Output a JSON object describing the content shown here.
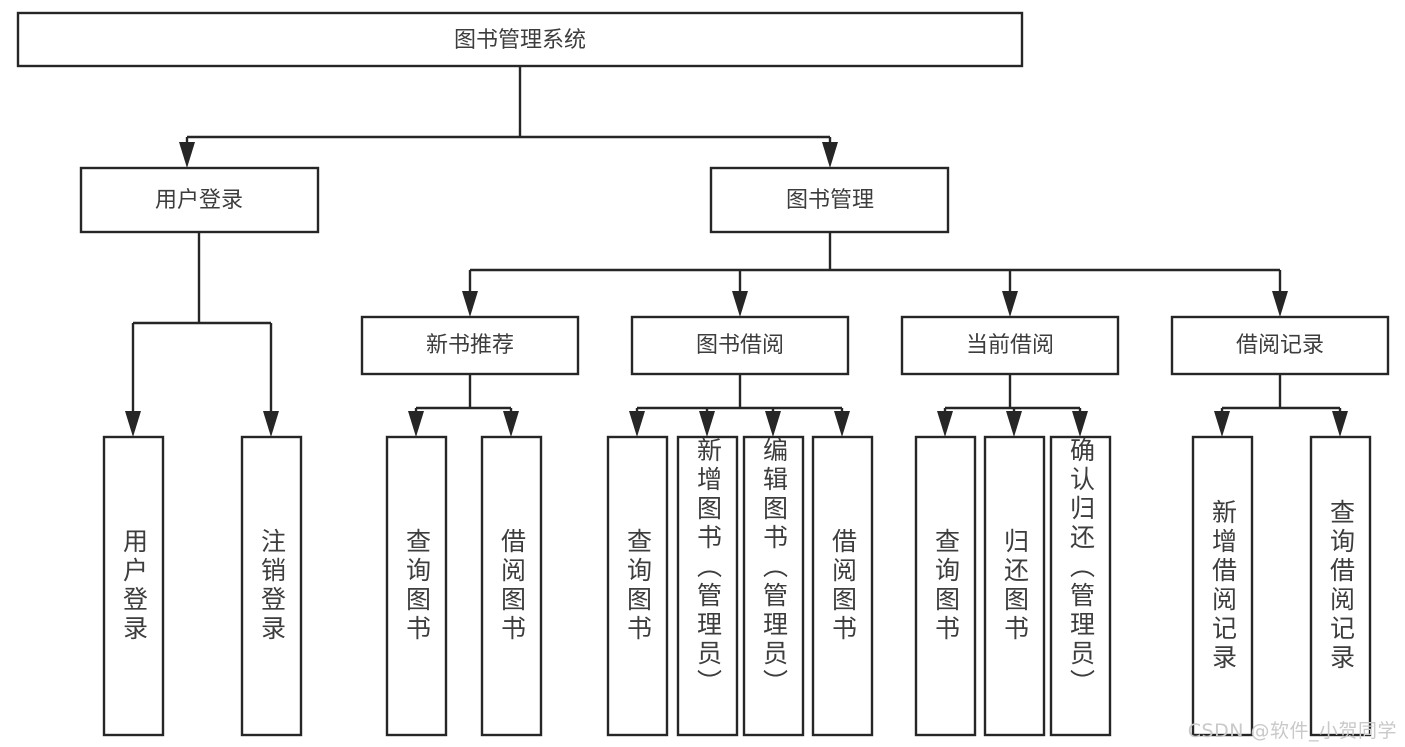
{
  "diagram": {
    "type": "tree-hierarchy",
    "title": "图书管理系统",
    "orientation": "top-down",
    "colors": {
      "box_fill": "#ffffff",
      "box_stroke": "#262626",
      "text": "#3d3d3d",
      "background": "#ffffff",
      "watermark": "#c9c9c9"
    },
    "levels": {
      "root": {
        "label": "图书管理系统"
      },
      "level2": [
        {
          "id": "user-login",
          "label": "用户登录"
        },
        {
          "id": "book-management",
          "label": "图书管理"
        }
      ],
      "level3": [
        {
          "id": "new-book-recommend",
          "label": "新书推荐",
          "parent": "book-management"
        },
        {
          "id": "book-borrow",
          "label": "图书借阅",
          "parent": "book-management"
        },
        {
          "id": "current-borrow",
          "label": "当前借阅",
          "parent": "book-management"
        },
        {
          "id": "borrow-record",
          "label": "借阅记录",
          "parent": "book-management"
        }
      ],
      "leaves": [
        {
          "id": "leaf-user-login",
          "label": "用户登录",
          "parent": "user-login"
        },
        {
          "id": "leaf-logout",
          "label": "注销登录",
          "parent": "user-login"
        },
        {
          "id": "leaf-query-book-recommend",
          "label": "查询图书",
          "parent": "new-book-recommend"
        },
        {
          "id": "leaf-borrow-book-recommend",
          "label": "借阅图书",
          "parent": "new-book-recommend"
        },
        {
          "id": "leaf-query-book-borrow",
          "label": "查询图书",
          "parent": "book-borrow"
        },
        {
          "id": "leaf-add-book",
          "label": "新增图书（管理员）",
          "parent": "book-borrow"
        },
        {
          "id": "leaf-edit-book",
          "label": "编辑图书（管理员）",
          "parent": "book-borrow"
        },
        {
          "id": "leaf-borrow-book",
          "label": "借阅图书",
          "parent": "book-borrow"
        },
        {
          "id": "leaf-query-book-current",
          "label": "查询图书",
          "parent": "current-borrow"
        },
        {
          "id": "leaf-return-book",
          "label": "归还图书",
          "parent": "current-borrow"
        },
        {
          "id": "leaf-confirm-return",
          "label": "确认归还（管理员）",
          "parent": "current-borrow"
        },
        {
          "id": "leaf-add-record",
          "label": "新增借阅记录",
          "parent": "borrow-record"
        },
        {
          "id": "leaf-query-record",
          "label": "查询借阅记录",
          "parent": "borrow-record"
        }
      ]
    },
    "watermark": "CSDN @软件_小贺同学"
  }
}
